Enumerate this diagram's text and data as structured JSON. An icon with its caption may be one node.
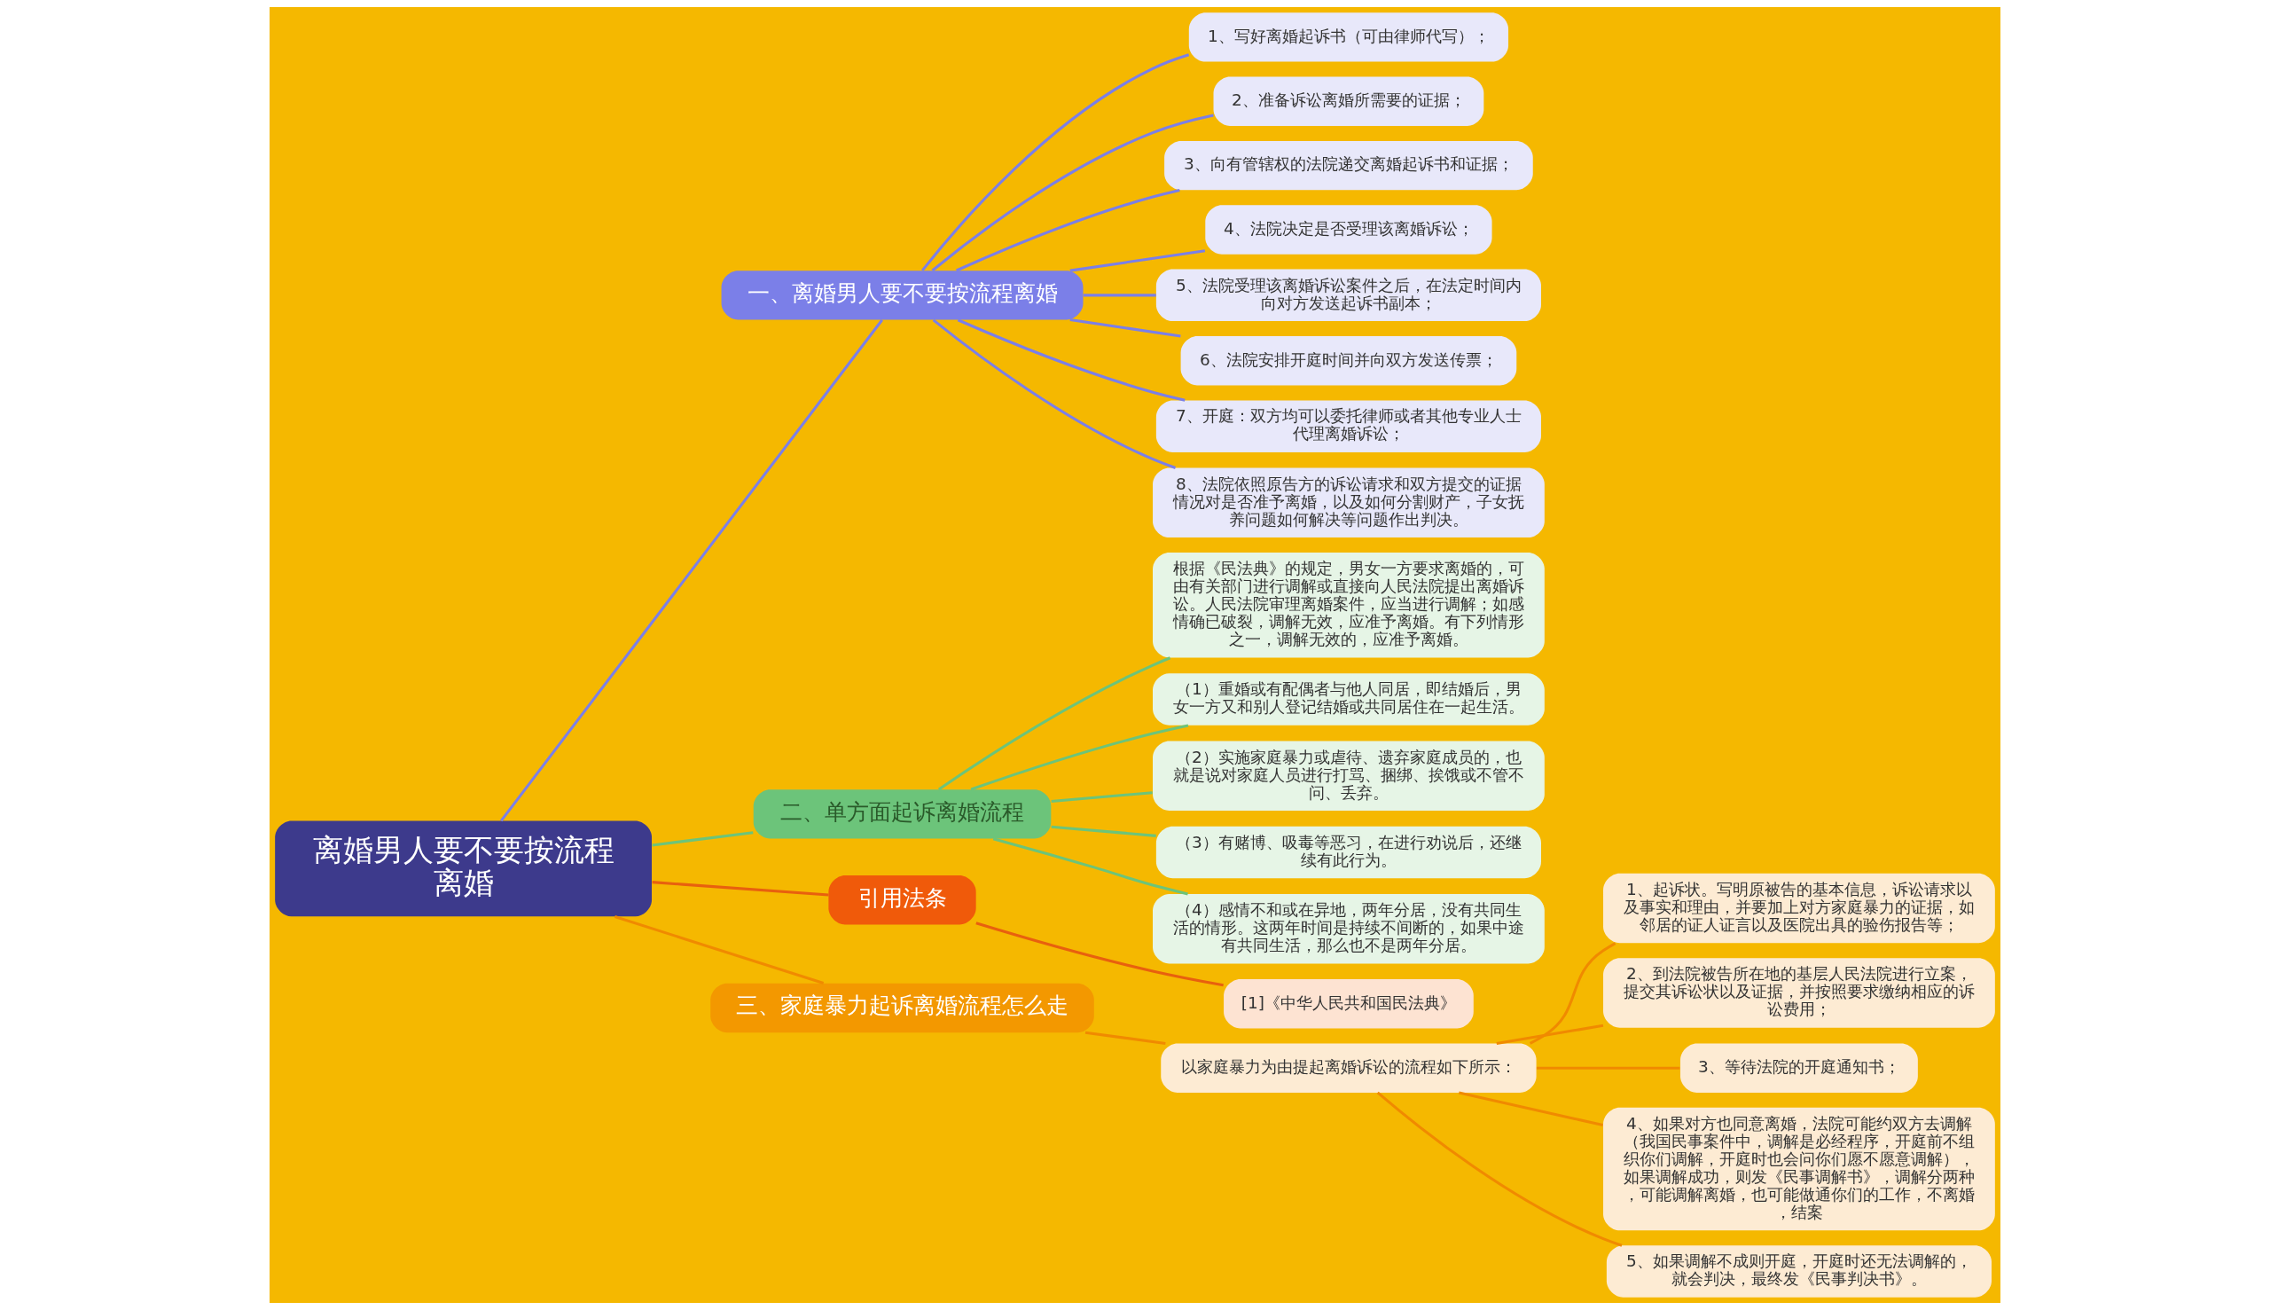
{
  "diagram": {
    "nodes": [
      {
        "text": [
          "离婚男人要不要按流程离婚"
        ]
      },
      {
        "text": [
          "一、离婚男人要不要按流程离婚"
        ]
      },
      {
        "text": [
          "1、写好离婚起诉书（可由律师代写）；"
        ]
      },
      {
        "text": [
          "2、准备诉讼离婚所需要的证据；"
        ]
      },
      {
        "text": [
          "3、向有管辖权的法院递交离婚起诉书和证据；"
        ]
      },
      {
        "text": [
          "4、法院决定是否受理该离婚诉讼；"
        ]
      },
      {
        "text": [
          "5、法院受理该离婚诉讼案件之后，在法定时间内向对方发送起诉书副本；"
        ]
      },
      {
        "text": [
          "6、法院安排开庭时间并向双方发送传票；"
        ]
      },
      {
        "text": [
          "7、开庭：双方均可以委托律师或者其他专业人士代理离婚诉讼；"
        ]
      },
      {
        "text": [
          "8、法院依照原告方的诉讼请求和双方提交的证据情况对是否准予离婚，以及如何分割财产，子女抚养问题如何解决等问题作出判决。"
        ]
      },
      {
        "text": [
          "二、单方面起诉离婚流程"
        ]
      },
      {
        "text": [
          "根据《民法典》的规定，男女一方要求离婚的，可由有关部门进行调解或直接向人民法院提出离婚诉讼。人民法院审理离婚案件，应当进行调解；如感情确已破裂，调解无效，应准予离婚。有下列情形之一，调解无效的，应准予离婚。"
        ]
      },
      {
        "text": [
          "（1）重婚或有配偶者与他人同居，即结婚后，男女一方又和别人登记结婚或共同居住在一起生活。"
        ]
      },
      {
        "text": [
          "（2）实施家庭暴力或虐待、遗弃家庭成员的，也就是说对家庭人员进行打骂、捆绑、挨饿或不管不问、丢弃。"
        ]
      },
      {
        "text": [
          "（3）有赌博、吸毒等恶习，在进行劝说后，还继续有此行为。"
        ]
      },
      {
        "text": [
          "（4）感情不和或在异地，两年分居，没有共同生活的情形。这两年时间是持续不间断的，如果中途有共同生活，那么也不是两年分居。"
        ]
      },
      {
        "text": [
          "引用法条"
        ]
      },
      {
        "text": [
          "[1]《中华人民共和国民法典》"
        ]
      },
      {
        "text": [
          "三、家庭暴力起诉离婚流程怎么走"
        ]
      },
      {
        "text": [
          "以家庭暴力为由提起离婚诉讼的流程如下所示："
        ]
      },
      {
        "text": [
          "1、起诉状。写明原被告的基本信息，诉讼请求以及事实和理由，并要加上对方家庭暴力的证据，如邻居的证人证言以及医院出具的验伤报告等；"
        ]
      },
      {
        "text": [
          "2、到法院被告所在地的基层人民法院进行立案，提交其诉讼状以及证据，并按照要求缴纳相应的诉讼费用；"
        ]
      },
      {
        "text": [
          "3、等待法院的开庭通知书；"
        ]
      },
      {
        "text": [
          "4、如果对方也同意离婚，法院可能约双方去调解（我国民事案件中，调解是必经程序，开庭前不组织你们调解，开庭时也会问你们愿不愿意调解），如果调解成功，则发《民事调解书》，调解分两种，可能调解离婚，也可能做通你们的工作，不离婚，结案"
        ]
      },
      {
        "text": [
          "5、如果调解不成则开庭，开庭时还无法调解的，就会判决，最终发《民事判决书》。"
        ]
      }
    ],
    "edges": [
      {
        "from": 0,
        "to": 1,
        "arrow": "none",
        "color": "#7b7fe8"
      },
      {
        "from": 1,
        "to": 2,
        "arrow": "none",
        "color": "#7b7fe8"
      },
      {
        "from": 1,
        "to": 3,
        "arrow": "none",
        "color": "#7b7fe8"
      },
      {
        "from": 1,
        "to": 4,
        "arrow": "none",
        "color": "#7b7fe8"
      },
      {
        "from": 1,
        "to": 5,
        "arrow": "none",
        "color": "#7b7fe8"
      },
      {
        "from": 1,
        "to": 6,
        "arrow": "none",
        "color": "#7b7fe8"
      },
      {
        "from": 1,
        "to": 7,
        "arrow": "none",
        "color": "#7b7fe8"
      },
      {
        "from": 1,
        "to": 8,
        "arrow": "none",
        "color": "#7b7fe8"
      },
      {
        "from": 1,
        "to": 9,
        "arrow": "none",
        "color": "#7b7fe8"
      },
      {
        "from": 0,
        "to": 10,
        "arrow": "none",
        "color": "#6cc47a"
      },
      {
        "from": 10,
        "to": 11,
        "arrow": "none",
        "color": "#6cc47a"
      },
      {
        "from": 10,
        "to": 12,
        "arrow": "none",
        "color": "#6cc47a"
      },
      {
        "from": 10,
        "to": 13,
        "arrow": "none",
        "color": "#6cc47a"
      },
      {
        "from": 10,
        "to": 14,
        "arrow": "none",
        "color": "#6cc47a"
      },
      {
        "from": 10,
        "to": 15,
        "arrow": "none",
        "color": "#6cc47a"
      },
      {
        "from": 0,
        "to": 16,
        "arrow": "none",
        "color": "#e8600e"
      },
      {
        "from": 16,
        "to": 17,
        "arrow": "none",
        "color": "#e8600e"
      },
      {
        "from": 0,
        "to": 18,
        "arrow": "none",
        "color": "#f08a00"
      },
      {
        "from": 18,
        "to": 19,
        "arrow": "none",
        "color": "#f08a00"
      },
      {
        "from": 19,
        "to": 20,
        "arrow": "none",
        "color": "#f08a00"
      },
      {
        "from": 19,
        "to": 21,
        "arrow": "none",
        "color": "#f08a00"
      },
      {
        "from": 19,
        "to": 22,
        "arrow": "none",
        "color": "#f08a00"
      },
      {
        "from": 19,
        "to": 23,
        "arrow": "none",
        "color": "#f08a00"
      },
      {
        "from": 19,
        "to": 24,
        "arrow": "none",
        "color": "#f08a00"
      }
    ]
  }
}
